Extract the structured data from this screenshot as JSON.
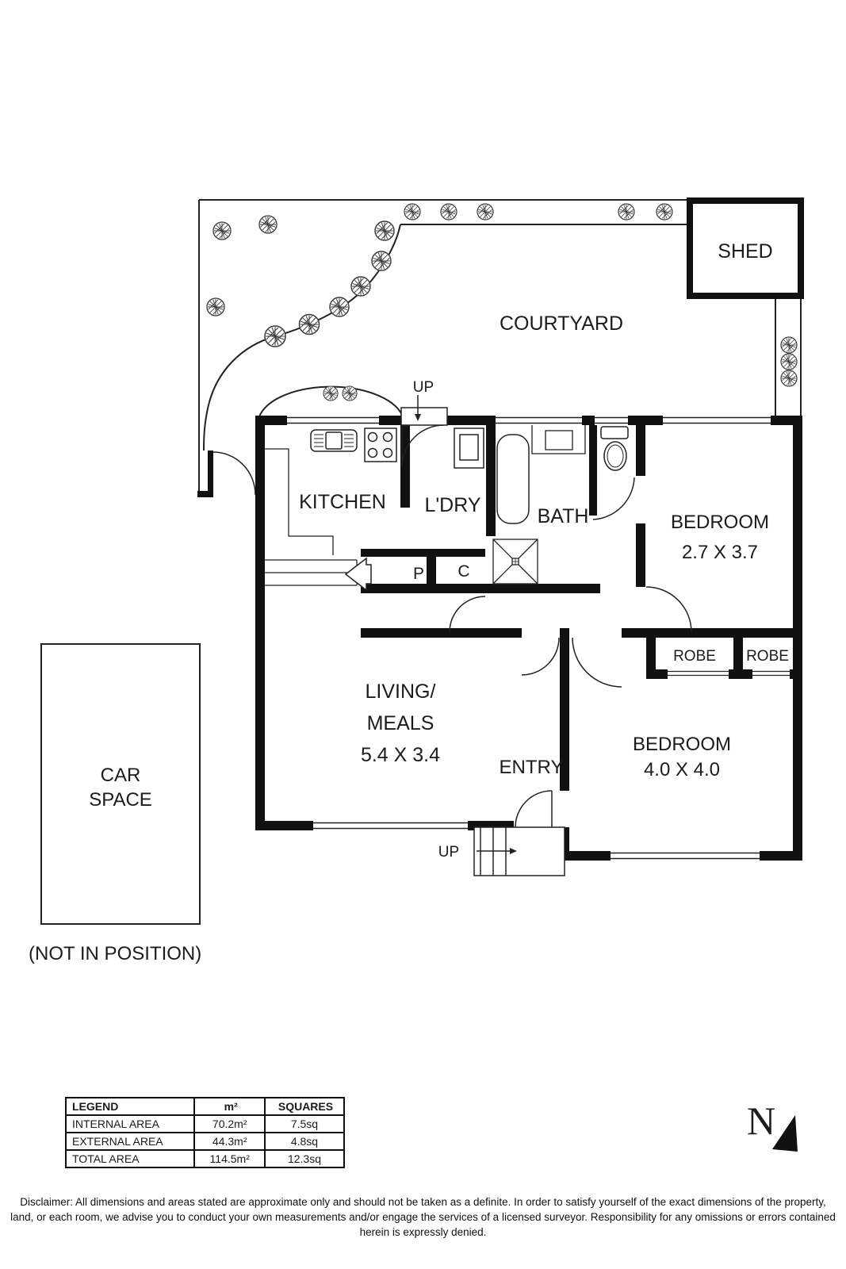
{
  "plan": {
    "shed_label": "SHED",
    "courtyard_label": "COURTYARD",
    "kitchen_label": "KITCHEN",
    "laundry_label": "L'DRY",
    "bath_label": "BATH",
    "pantry_label": "P",
    "cupboard_label": "C",
    "bedroom1": {
      "label": "BEDROOM",
      "dims": "2.7 X 3.7"
    },
    "bedroom2": {
      "label": "BEDROOM",
      "dims": "4.0 X 4.0"
    },
    "living": {
      "line1": "LIVING/",
      "line2": "MEALS",
      "dims": "5.4 X 3.4"
    },
    "entry_label": "ENTRY",
    "robe1_label": "ROBE",
    "robe2_label": "ROBE",
    "car_space": {
      "line1": "CAR",
      "line2": "SPACE",
      "note": "(NOT IN POSITION)"
    },
    "stairs_up_top": "UP",
    "stairs_up_bottom": "UP",
    "north_label": "N"
  },
  "legend_table": {
    "col_headers": [
      "LEGEND",
      "m²",
      "SQUARES"
    ],
    "rows": [
      {
        "name": "INTERNAL AREA",
        "m2": "70.2m²",
        "squares": "7.5sq"
      },
      {
        "name": "EXTERNAL AREA",
        "m2": "44.3m²",
        "squares": "4.8sq"
      },
      {
        "name": "TOTAL AREA",
        "m2": "114.5m²",
        "squares": "12.3sq"
      }
    ]
  },
  "disclaimer": "Disclaimer: All dimensions and areas stated are approximate only and should not be taken as a definite. In order to satisfy yourself of the exact dimensions of the property, land, or each room, we advise you to conduct your own measurements and/or engage the services of a licensed surveyor. Responsibility for any omissions or errors contained herein is expressly denied.",
  "colors": {
    "wall": "#111111",
    "line": "#222222",
    "background": "#ffffff"
  }
}
